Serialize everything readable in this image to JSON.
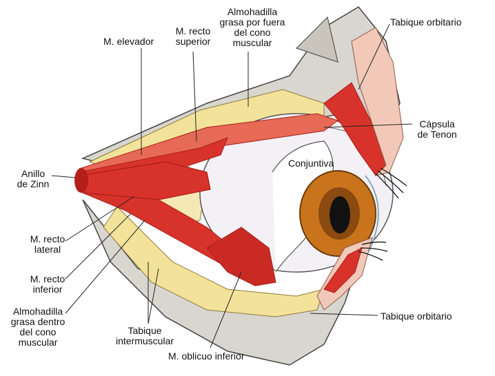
{
  "labels": {
    "elevador": "M. elevador",
    "recto_superior_1": "M. recto",
    "recto_superior_2": "superior",
    "almo_fuera_1": "Almohadilla",
    "almo_fuera_2": "grasa por fuera",
    "almo_fuera_3": "del cono",
    "almo_fuera_4": "muscular",
    "tabique_sup": "Tabique orbitario",
    "capsula_1": "Cápsula",
    "capsula_2": "de Tenon",
    "conjuntiva": "Conjuntiva",
    "anillo_1": "Anillo",
    "anillo_2": "de Zinn",
    "recto_lateral_1": "M. recto",
    "recto_lateral_2": "lateral",
    "recto_inferior_1": "M. recto",
    "recto_inferior_2": "inferior",
    "almo_dentro_1": "Almohadilla",
    "almo_dentro_2": "grasa dentro",
    "almo_dentro_3": "del cono",
    "almo_dentro_4": "muscular",
    "tabique_inter_1": "Tabique",
    "tabique_inter_2": "intermuscular",
    "oblicuo": "M. oblicuo inferior",
    "tabique_inf": "Tabique orbitario"
  },
  "colors": {
    "muscle": "#d8332a",
    "muscle_dark": "#a71e1a",
    "fat": "#f3e39a",
    "bone": "#d9d5cf",
    "sclera": "#f3f1f6",
    "iris": "#c9741c",
    "pupil": "#111111",
    "skin": "#f2c9b8",
    "line": "#222222"
  }
}
